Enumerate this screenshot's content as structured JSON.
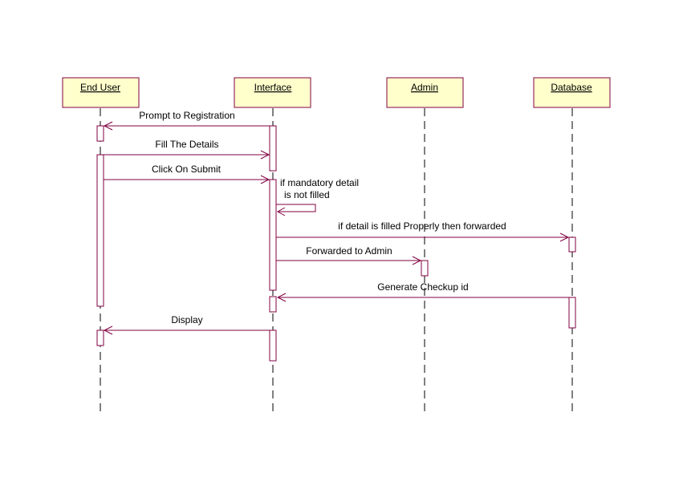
{
  "diagram": {
    "colors": {
      "line": "#800040",
      "header_fill": "#ffffcc",
      "header_stroke": "#800040",
      "text": "#000000"
    },
    "lifelines": [
      {
        "id": "end-user",
        "label": "End User"
      },
      {
        "id": "interface",
        "label": "Interface"
      },
      {
        "id": "admin",
        "label": "Admin"
      },
      {
        "id": "database",
        "label": "Database"
      }
    ],
    "messages": [
      {
        "id": "prompt-registration",
        "label": "Prompt to Registration"
      },
      {
        "id": "fill-details",
        "label": "Fill The Details"
      },
      {
        "id": "click-submit",
        "label": "Click On Submit"
      },
      {
        "id": "mandatory-check",
        "label_line1": "if mandatory detail",
        "label_line2": "is not filled"
      },
      {
        "id": "forward-database",
        "label": "if detail is filled Properly then forwarded"
      },
      {
        "id": "forward-admin",
        "label": "Forwarded to Admin"
      },
      {
        "id": "generate-checkup",
        "label": "Generate Checkup id"
      },
      {
        "id": "display",
        "label": "Display"
      }
    ]
  }
}
